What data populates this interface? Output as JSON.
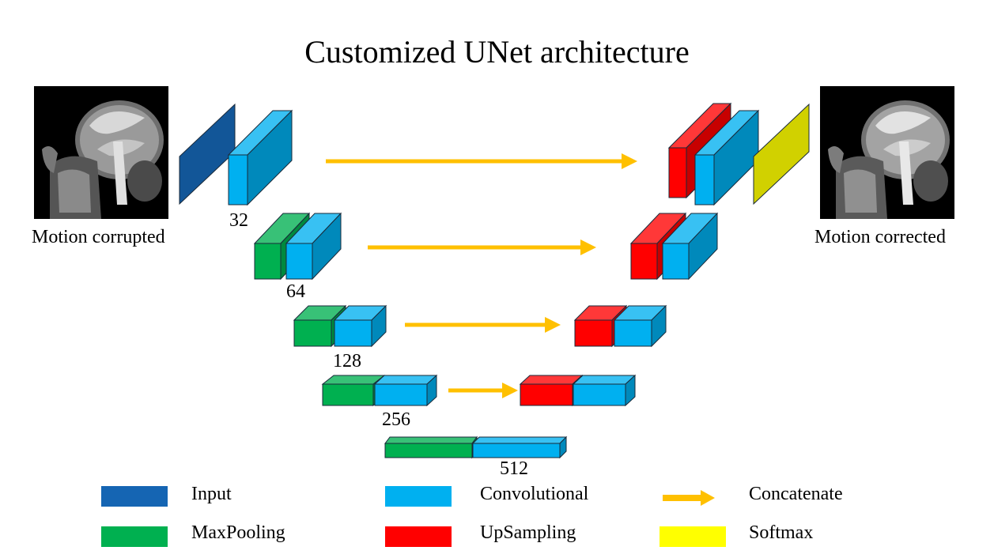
{
  "title": "Customized UNet architecture",
  "input_caption": "Motion corrupted",
  "output_caption": "Motion corrected",
  "channels": [
    "32",
    "64",
    "128",
    "256",
    "512"
  ],
  "colors": {
    "input": "#1565b3",
    "convolutional": "#00b0f0",
    "maxpooling": "#00b050",
    "upsampling": "#ff0000",
    "softmax": "#ffff00",
    "concatenate": "#ffc000"
  },
  "legend": [
    {
      "key": "input",
      "label": "Input",
      "icon": "swatch"
    },
    {
      "key": "convolutional",
      "label": "Convolutional",
      "icon": "swatch"
    },
    {
      "key": "concatenate",
      "label": "Concatenate",
      "icon": "arrow"
    },
    {
      "key": "maxpooling",
      "label": "MaxPooling",
      "icon": "swatch"
    },
    {
      "key": "upsampling",
      "label": "UpSampling",
      "icon": "swatch"
    },
    {
      "key": "softmax",
      "label": "Softmax",
      "icon": "swatch"
    }
  ]
}
